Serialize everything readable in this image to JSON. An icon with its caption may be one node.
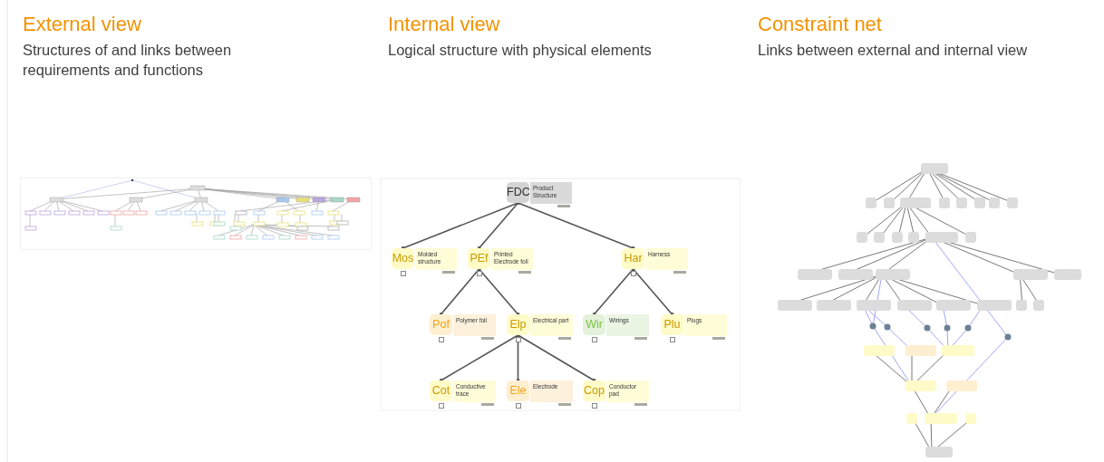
{
  "diagram": {
    "nodes": [
      {
        "text": [
          "FDC",
          "Product Structure"
        ]
      },
      {
        "text": [
          "Mos",
          "Molded structure"
        ]
      },
      {
        "text": [
          "PEf",
          "Printed Electrode foil"
        ]
      },
      {
        "text": [
          "Har",
          "Harness"
        ]
      },
      {
        "text": [
          "Pof",
          "Polymer foil"
        ]
      },
      {
        "text": [
          "Elp",
          "Electrical part"
        ]
      },
      {
        "text": [
          "Wir",
          "Wirings"
        ]
      },
      {
        "text": [
          "Plu",
          "Plugs"
        ]
      },
      {
        "text": [
          "Cot",
          "Conductive trace"
        ]
      },
      {
        "text": [
          "Ele",
          "Electrode"
        ]
      },
      {
        "text": [
          "Cop",
          "Conductor pad"
        ]
      },
      {
        "text": [],
        "shape": "picture"
      },
      {
        "text": [],
        "shape": "picture"
      }
    ],
    "edges": [
      {
        "from": 0,
        "to": 1,
        "arrow": "other"
      },
      {
        "from": 0,
        "to": 2,
        "arrow": "other"
      },
      {
        "from": 0,
        "to": 3,
        "arrow": "other"
      },
      {
        "from": 2,
        "to": 4,
        "arrow": "other"
      },
      {
        "from": 2,
        "to": 5,
        "arrow": "other"
      },
      {
        "from": 3,
        "to": 6,
        "arrow": "other"
      },
      {
        "from": 3,
        "to": 7,
        "arrow": "other"
      },
      {
        "from": 5,
        "to": 8,
        "arrow": "other"
      },
      {
        "from": 5,
        "to": 9,
        "arrow": "other"
      },
      {
        "from": 5,
        "to": 10,
        "arrow": "other"
      }
    ],
    "labels": [
      "External view",
      "Structures of and links between requirements and functions",
      "Internal view",
      "Logical structure with physical elements",
      "Constraint net",
      "Links between external and internal view"
    ]
  }
}
